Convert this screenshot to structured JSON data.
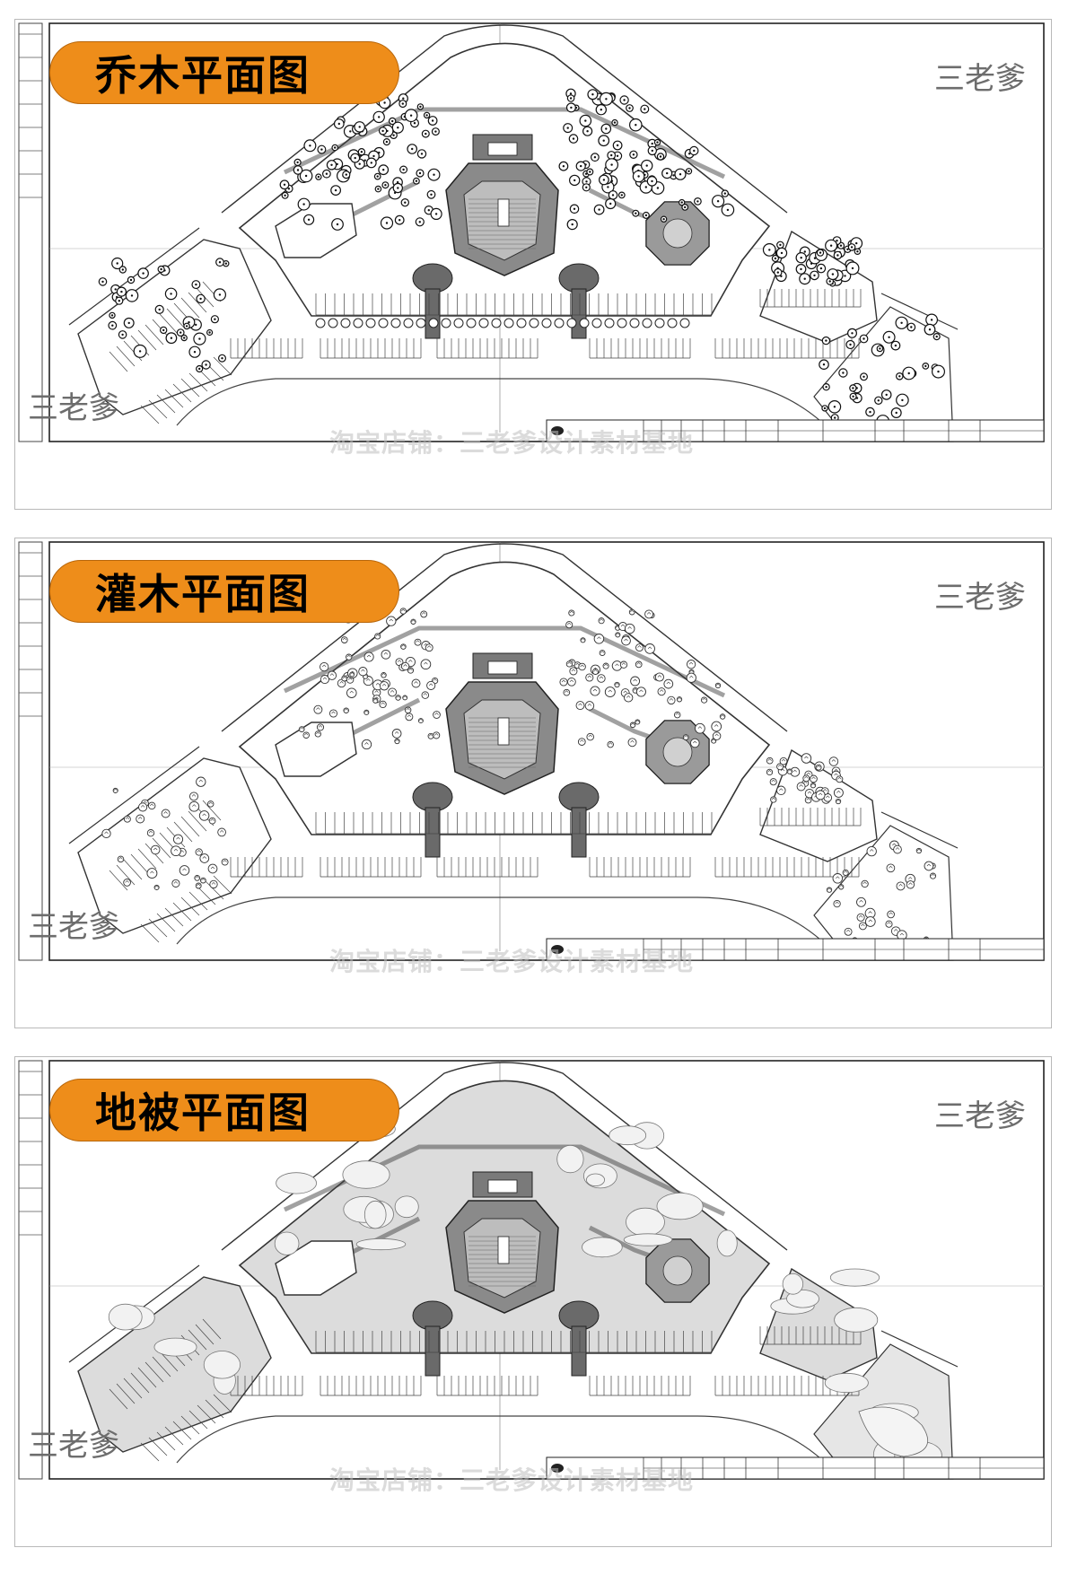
{
  "panels": [
    {
      "title": "乔木平面图",
      "layer": "trees"
    },
    {
      "title": "灌木平面图",
      "layer": "shrubs"
    },
    {
      "title": "地被平面图",
      "layer": "groundcover"
    }
  ],
  "watermark": {
    "corner": "三老爹",
    "center": "淘宝店铺：三老爹设计素材基地"
  },
  "colors": {
    "pill": "#ee8d1a",
    "line": "#333333",
    "dark_fill": "#5a5a5a",
    "ground_fill": "#dcdcdc"
  }
}
